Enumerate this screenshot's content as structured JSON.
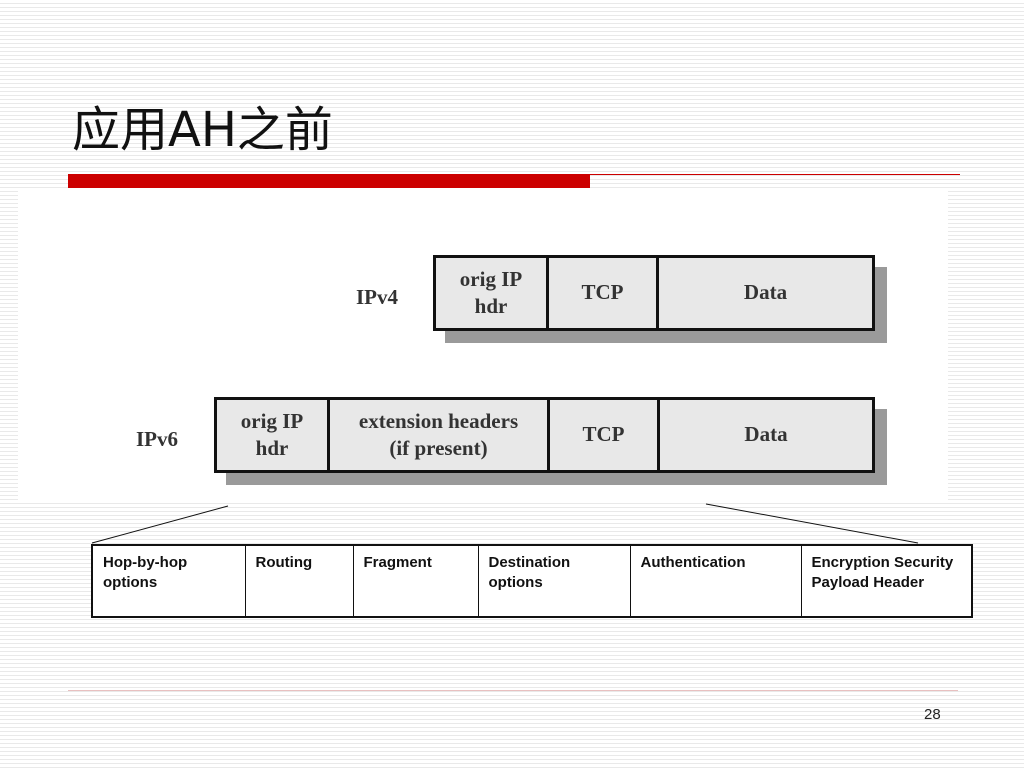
{
  "slide": {
    "title": "应用AH之前",
    "page_number": "28"
  },
  "diagram": {
    "ipv4": {
      "label": "IPv4",
      "fields": [
        "orig IP\nhdr",
        "TCP",
        "Data"
      ]
    },
    "ipv6": {
      "label": "IPv6",
      "fields": [
        "orig IP\nhdr",
        "extension headers\n(if present)",
        "TCP",
        "Data"
      ]
    }
  },
  "extension_headers": [
    "Hop-by-hop options",
    "Routing",
    "Fragment",
    "Destination options",
    "Authentication",
    "Encryption Security Payload Header"
  ],
  "colors": {
    "accent_red": "#cc0000",
    "cell_fill": "#e8e8e8",
    "shadow": "#9a9a9a"
  }
}
